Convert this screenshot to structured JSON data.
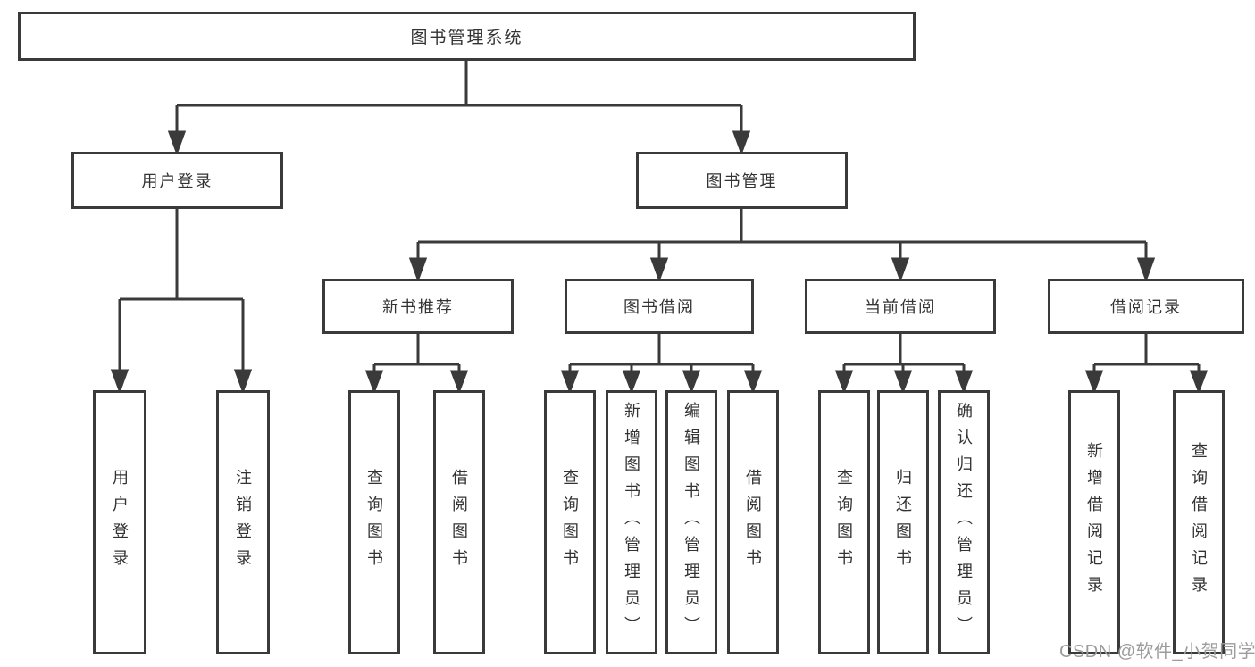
{
  "diagram": {
    "title": "图书管理系统",
    "level2": {
      "user_login": "用户登录",
      "book_mgmt": "图书管理"
    },
    "level3": {
      "new_books": "新书推荐",
      "borrowing": "图书借阅",
      "current": "当前借阅",
      "records": "借阅记录"
    },
    "leaves": {
      "user_login": [
        "用户登录",
        "注销登录"
      ],
      "new_books": [
        "查询图书",
        "借阅图书"
      ],
      "borrowing": [
        "查询图书",
        "新增图书（管理员）",
        "编辑图书（管理员）",
        "借阅图书"
      ],
      "current": [
        "查询图书",
        "归还图书",
        "确认归还（管理员）"
      ],
      "records": [
        "新增借阅记录",
        "查询借阅记录"
      ]
    },
    "colors": {
      "line": "#3a3a3a",
      "text": "#333333",
      "watermark": "#9c9c9c",
      "background": "#ffffff"
    }
  },
  "watermark": {
    "text": "CSDN @软件_小贺同学"
  }
}
